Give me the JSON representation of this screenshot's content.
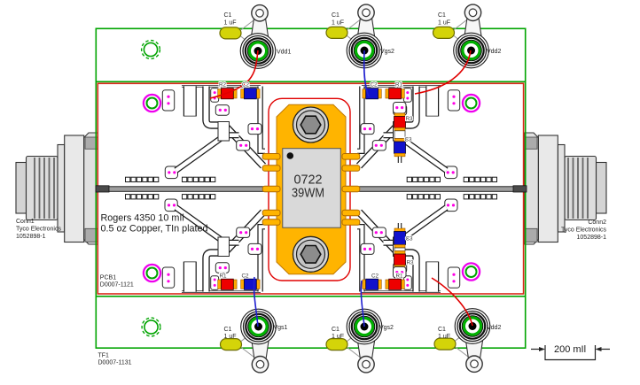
{
  "chip": {
    "marking_line1": "0722",
    "marking_line2": "39WM"
  },
  "board": {
    "material_line1": "Rogers 4350 10 mIl",
    "material_line2": "0.5 oz Copper, TIn plated",
    "pcb_ref": "PCB1",
    "pcb_number": "D0007-1121",
    "fixture_ref": "TF1",
    "fixture_number": "D0007-1131",
    "scale_label": "200 mIl"
  },
  "connectors": {
    "left": {
      "ref": "Conn1",
      "mfr": "Tyco Electronics",
      "part": "1052898-1"
    },
    "right": {
      "ref": "Conn2",
      "mfr": "Tyco Electronics",
      "part": "1052898-1"
    }
  },
  "test_points": {
    "top": [
      {
        "label": "Vdd1",
        "cap_ref": "C1",
        "cap_value": "1 uF",
        "wire_color": "red"
      },
      {
        "label": "Vgs2",
        "cap_ref": "C1",
        "cap_value": "1 uF",
        "wire_color": "blue"
      },
      {
        "label": "Vdd2",
        "cap_ref": "C1",
        "cap_value": "1 uF",
        "wire_color": "red"
      }
    ],
    "bottom": [
      {
        "label": "Vgs1",
        "cap_ref": "C1",
        "cap_value": "1 uF",
        "wire_color": "blue"
      },
      {
        "label": "Vgs2",
        "cap_ref": "C1",
        "cap_value": "1 uF",
        "wire_color": "blue"
      },
      {
        "label": "Vdd2",
        "cap_ref": "C1",
        "cap_value": "1 uF",
        "wire_color": "red"
      }
    ]
  },
  "components": {
    "top_left": [
      {
        "ref": "R2"
      },
      {
        "ref": "C2"
      }
    ],
    "top_right": [
      {
        "ref": "C2"
      },
      {
        "ref": "R1"
      },
      {
        "ref": "R3"
      },
      {
        "ref": "C3"
      }
    ],
    "bottom_left": [
      {
        "ref": "R1"
      },
      {
        "ref": "C2"
      }
    ],
    "bottom_right": [
      {
        "ref": "C2"
      },
      {
        "ref": "R1"
      },
      {
        "ref": "C3"
      },
      {
        "ref": "R3"
      }
    ]
  },
  "colors": {
    "fixture_green": "#00A400",
    "pcb_red": "#D82818",
    "cutout_red": "#E00000",
    "chip_orange": "#FFB400",
    "pad_orange": "#FFA800",
    "cap_yellow": "#D4D409",
    "wire_red": "#E00000",
    "wire_blue": "#2020D0",
    "via_magenta": "#FF00E6",
    "resistor_red": "#EE0000",
    "capacitor_blue": "#1111CC"
  }
}
